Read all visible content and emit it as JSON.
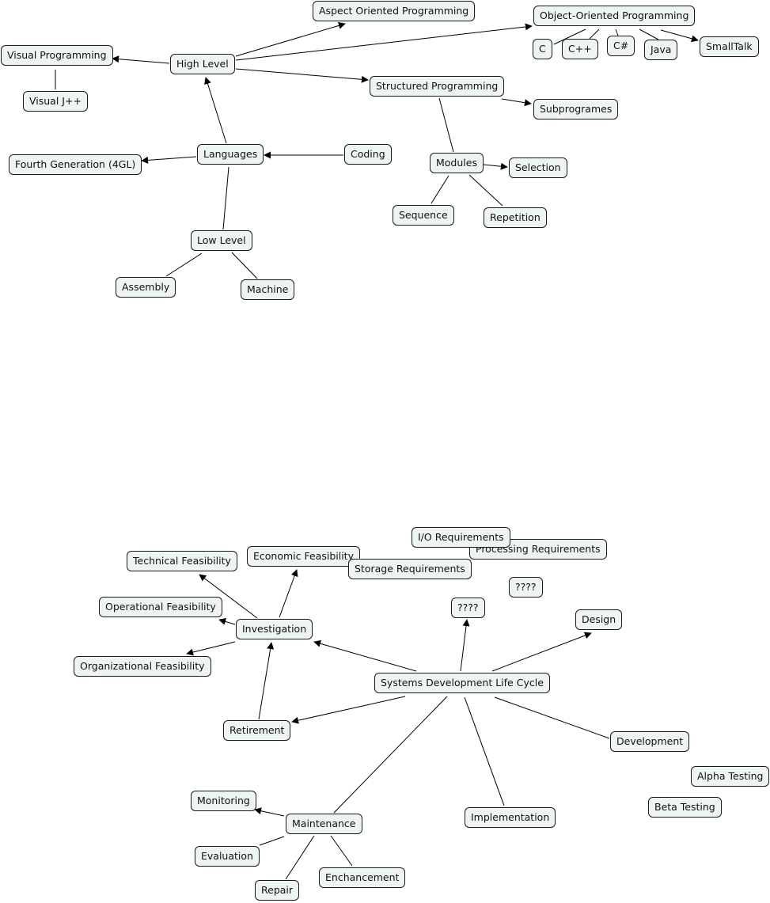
{
  "colors": {
    "node_fill": "#eef4f4",
    "node_border": "#1a1a1a",
    "line": "#000000",
    "text": "#111111"
  },
  "nodes": {
    "aspect_oriented": "Aspect Oriented Programming",
    "object_oriented": "Object-Oriented Programming",
    "c": "C",
    "cpp": "C++",
    "csharp": "C#",
    "java": "Java",
    "smalltalk": "SmallTalk",
    "visual_programming": "Visual Programming",
    "high_level": "High Level",
    "visual_jpp": "Visual J++",
    "structured_programming": "Structured Programming",
    "subprogrames": "Subprogrames",
    "languages": "Languages",
    "coding": "Coding",
    "fourth_generation": "Fourth Generation (4GL)",
    "modules": "Modules",
    "selection": "Selection",
    "sequence": "Sequence",
    "repetition": "Repetition",
    "low_level": "Low Level",
    "assembly": "Assembly",
    "machine": "Machine",
    "io_requirements": "I/O Requirements",
    "processing_requirements": "Processing Requirements",
    "technical_feasibility": "Technical Feasibility",
    "economic_feasibility": "Economic Feasibility",
    "storage_requirements": "Storage Requirements",
    "unknown_1": "????",
    "unknown_2": "????",
    "operational_feasibility": "Operational Feasibility",
    "design": "Design",
    "investigation": "Investigation",
    "organizational_feasibility": "Organizational Feasibility",
    "sdlc": "Systems Development Life Cycle",
    "retirement": "Retirement",
    "development": "Development",
    "alpha_testing": "Alpha Testing",
    "beta_testing": "Beta Testing",
    "monitoring": "Monitoring",
    "maintenance": "Maintenance",
    "implementation": "Implementation",
    "evaluation": "Evaluation",
    "enchancement": "Enchancement",
    "repair": "Repair"
  }
}
